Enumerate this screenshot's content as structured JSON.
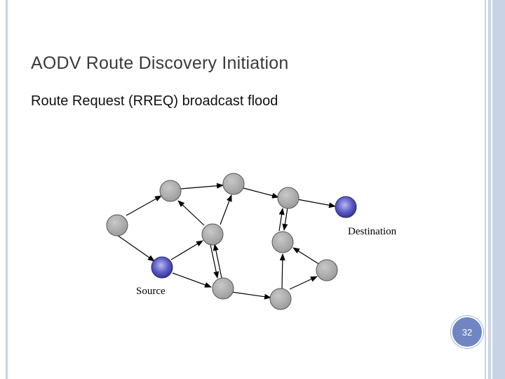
{
  "slide": {
    "title": "AODV Route Discovery Initiation",
    "subtitle": "Route Request (RREQ) broadcast flood",
    "page_number": "32"
  },
  "diagram": {
    "labels": {
      "source": "Source",
      "destination": "Destination"
    },
    "node_colors": {
      "regular": "#a9a9a9",
      "endpoint": "#4a4ab8"
    }
  }
}
